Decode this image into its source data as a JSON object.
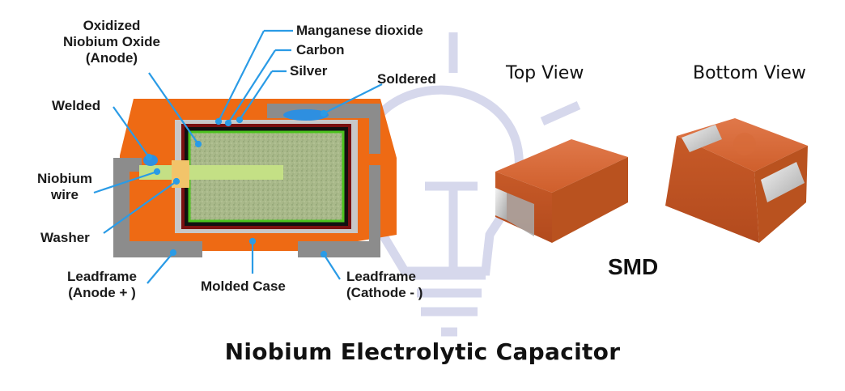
{
  "title": "Niobium Electrolytic Capacitor",
  "diagram": {
    "labels": {
      "oxidized": [
        "Oxidized",
        "Niobium Oxide",
        "(Anode)"
      ],
      "manganese": "Manganese dioxide",
      "carbon": "Carbon",
      "silver": "Silver",
      "soldered": "Soldered",
      "welded": "Welded",
      "niobium_wire": [
        "Niobium",
        "wire"
      ],
      "washer": "Washer",
      "leadframe_anode": [
        "Leadframe",
        "(Anode + )"
      ],
      "molded_case": "Molded Case",
      "leadframe_cathode": [
        "Leadframe",
        "(Cathode - )"
      ]
    },
    "colors": {
      "case": "#ee6a14",
      "leadframe": "#8c8c8c",
      "silver": "#c8c8c8",
      "manganese": "#7a1010",
      "carbon": "#111111",
      "anode": "#a9b98a",
      "anode_border": "#4cc21e",
      "wire": "#c4e085",
      "washer": "#f2c46a",
      "solder": "#2e8fe0",
      "pointer": "#2a9be6"
    }
  },
  "photos": {
    "top_view": "Top View",
    "bottom_view": "Bottom View",
    "smd": "SMD",
    "body_color": "#d4622e",
    "terminal_color": "#cfcfcf"
  }
}
